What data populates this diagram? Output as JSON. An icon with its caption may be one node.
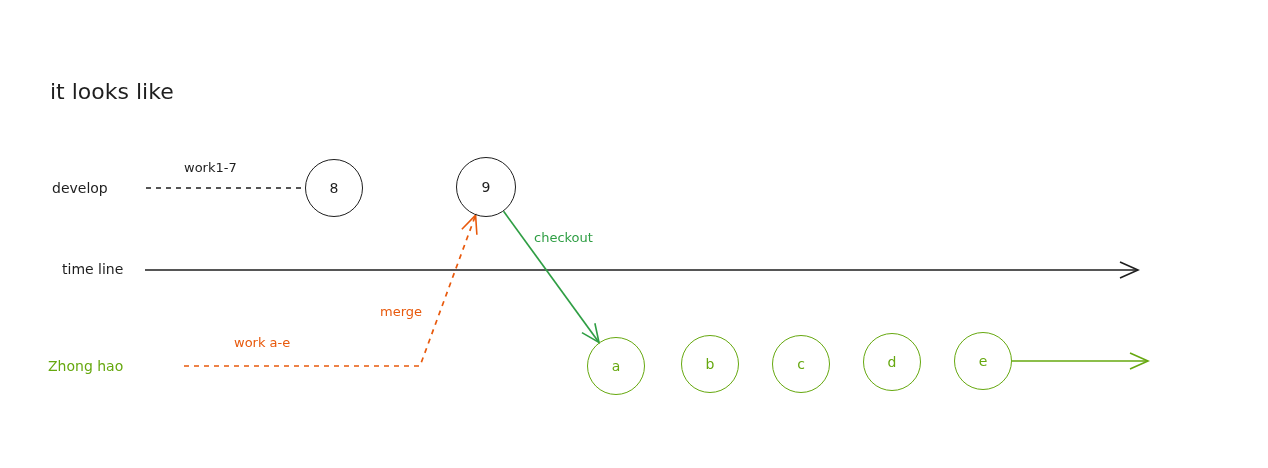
{
  "diagram": {
    "title": "it looks like",
    "nodes": [
      {
        "text": [
          "develop"
        ]
      },
      {
        "text": [
          "8"
        ]
      },
      {
        "text": [
          "9"
        ]
      },
      {
        "text": [
          "Zhong hao"
        ]
      },
      {
        "text": [
          "a"
        ]
      },
      {
        "text": [
          "b"
        ]
      },
      {
        "text": [
          "c"
        ]
      },
      {
        "text": [
          "d"
        ]
      },
      {
        "text": [
          "e"
        ]
      }
    ],
    "edges": [
      {
        "from": 0,
        "to": 1,
        "arrow": "none",
        "style": "dashed",
        "label": "work1-7"
      },
      {
        "from": 3,
        "to": 2,
        "arrow": "to",
        "style": "dashed",
        "color": "#e8590c",
        "label": "work a-e"
      },
      {
        "from": 2,
        "to": 4,
        "arrow": "to",
        "color": "#2f9e44",
        "label": "checkout"
      },
      {
        "from": 8,
        "to": null,
        "arrow": "to",
        "color": "#66a80f"
      }
    ],
    "labels": [
      "time line",
      "merge"
    ]
  }
}
